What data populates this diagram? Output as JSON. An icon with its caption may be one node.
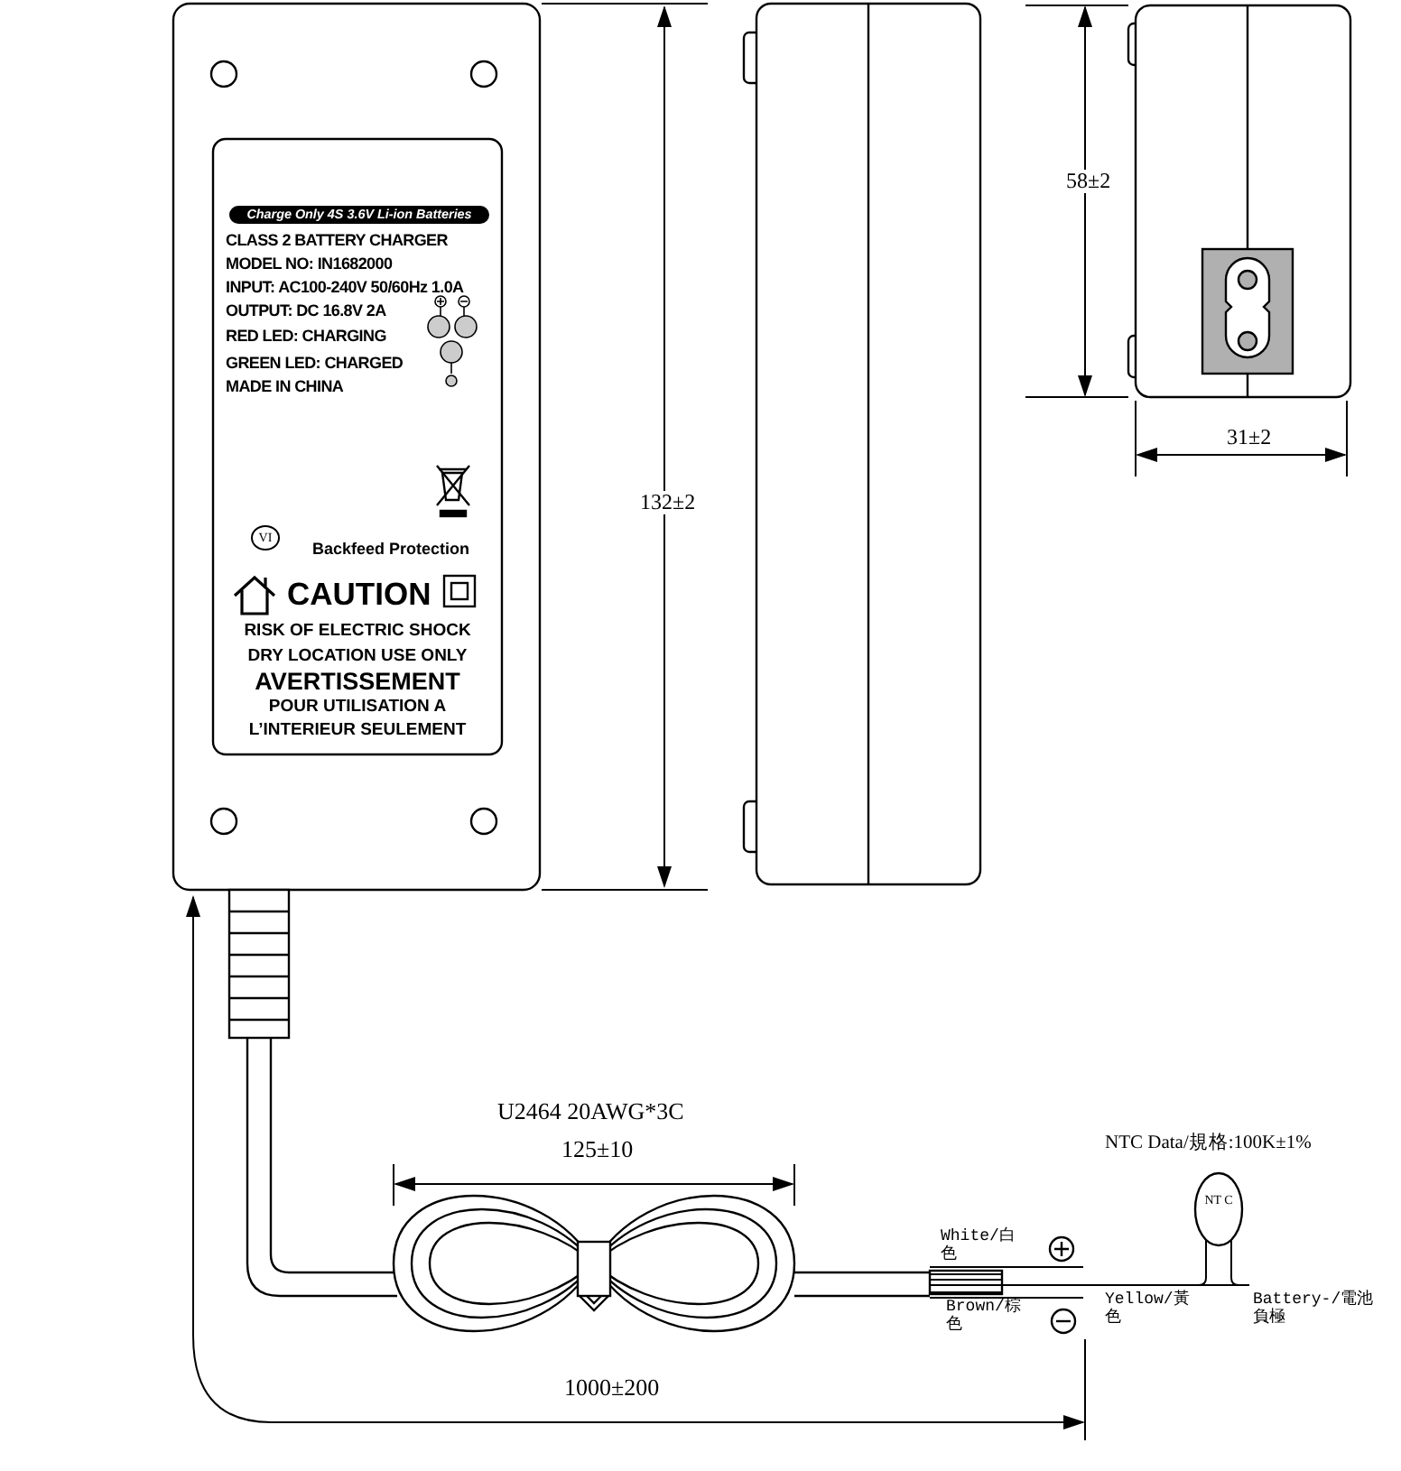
{
  "diagram": {
    "nodes": [
      {
        "text": [
          "NT C"
        ]
      }
    ],
    "labels": [
      "Charge Only 4S 3.6V Li-ion Batteries",
      "CLASS 2 BATTERY CHARGER",
      "MODEL NO: IN1682000",
      "INPUT: AC100-240V 50/60Hz 1.0A",
      "OUTPUT: DC 16.8V 2A",
      "RED LED: CHARGING",
      "GREEN LED: CHARGED",
      "MADE IN CHINA",
      "VI",
      "Backfeed Protection",
      "CAUTION",
      "RISK OF ELECTRIC SHOCK",
      "DRY LOCATION USE ONLY",
      "AVERTISSEMENT",
      "POUR UTILISATION A",
      "L’INTERIEUR SEULEMENT",
      "132±2",
      "58±2",
      "31±2",
      "U2464 20AWG*3C",
      "125±10",
      "NTC Data/規格:100K±1%",
      "White/白色",
      "Yellow/黃色",
      "Battery-/電池負極",
      "Brown/棕色",
      "1000±200"
    ]
  }
}
